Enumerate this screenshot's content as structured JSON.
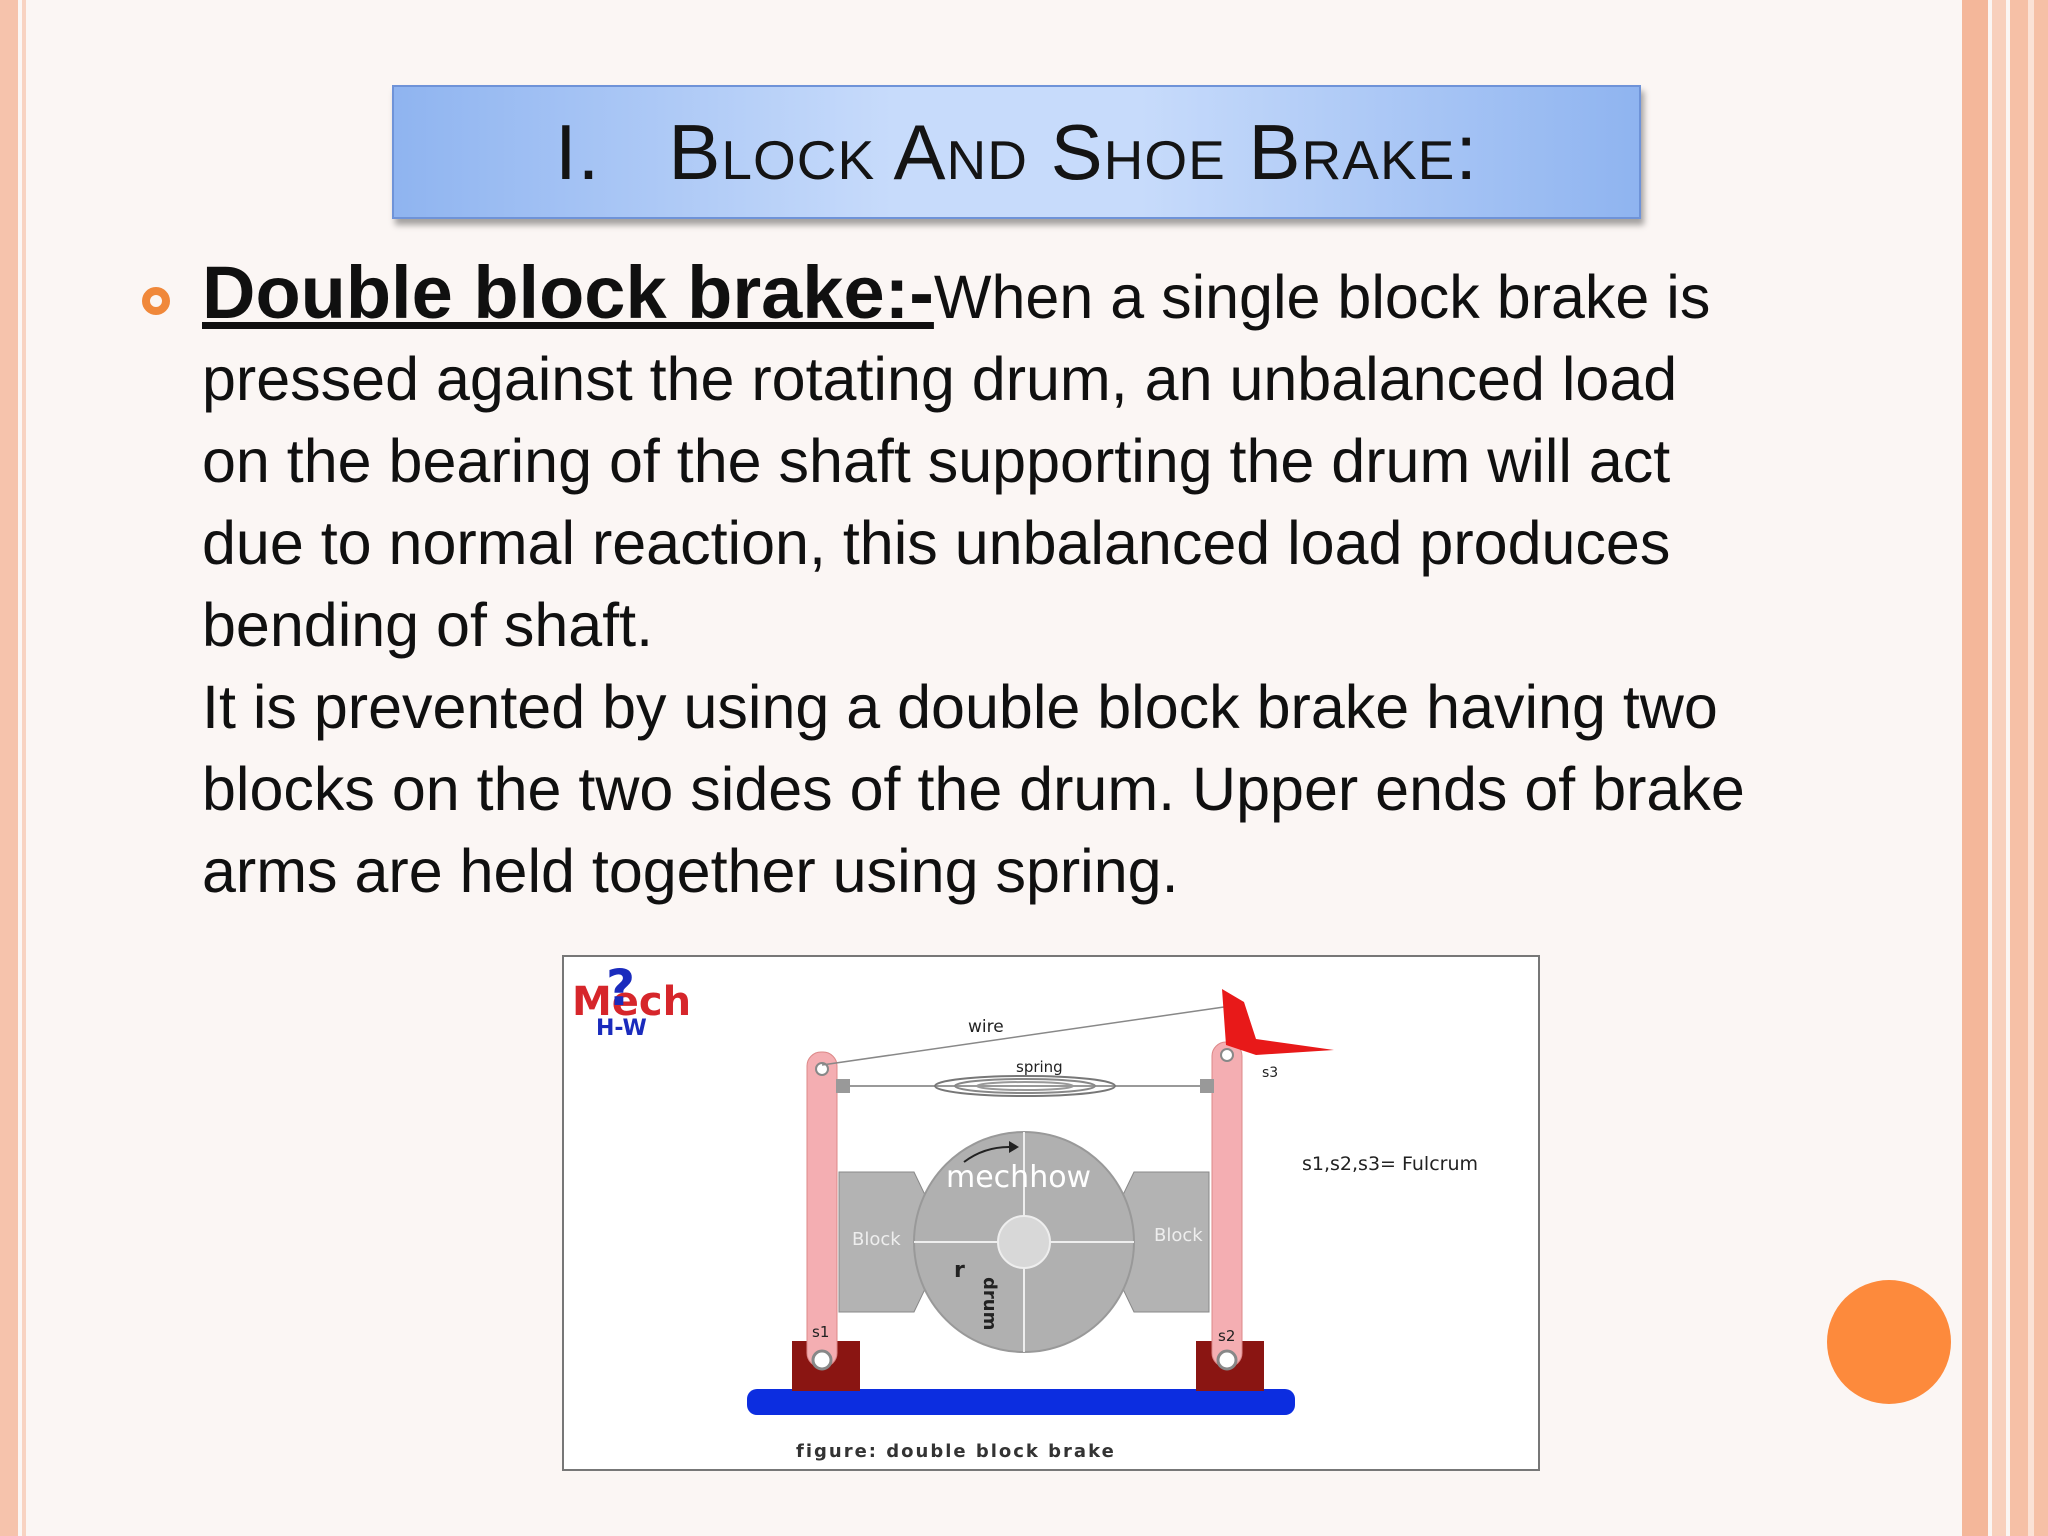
{
  "slide": {
    "title_numeral": "I.",
    "title_text": "Block and shoe brake:",
    "bullet_lead": "Double block brake:-",
    "bullet_lines": [
      "When a single block brake is",
      "pressed against the rotating drum, an unbalanced load",
      "on the bearing of the shaft supporting the drum will act",
      "due to normal reaction, this unbalanced load produces",
      "bending of shaft.",
      "It is prevented by using a double block brake having two",
      "blocks on the two sides of the drum. Upper ends of brake",
      "arms are held together using spring."
    ]
  },
  "figure": {
    "logo_top": "Mech",
    "logo_bottom": "H-W",
    "label_wire": "wire",
    "label_spring": "spring",
    "label_s3": "s3",
    "label_fulcrum": "s1,s2,s3= Fulcrum",
    "label_mechhow": "mechhow",
    "label_block_left": "Block",
    "label_block_right": "Block",
    "label_r": "r",
    "label_drum": "drum",
    "label_s1": "s1",
    "label_s2": "s2",
    "caption": "figure: double block brake"
  },
  "colors": {
    "accent_orange": "#fd8a3c",
    "title_blue": "#8fb4f0",
    "arm_pink": "#f4aeb2",
    "base_blue": "#0c2de0",
    "support_maroon": "#8a1512",
    "flag_red": "#e81919"
  }
}
